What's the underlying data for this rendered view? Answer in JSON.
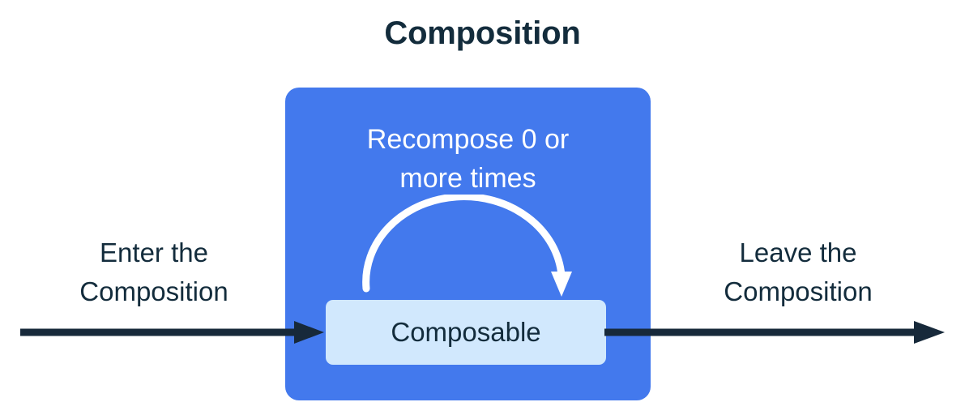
{
  "title": "Composition",
  "colors": {
    "panel_blue": "#4379ED",
    "composable_blue": "#D1E8FD",
    "text_navy": "#132C3C",
    "arrow_navy": "#17293A",
    "recompose_arrow_white": "#FFFFFF",
    "background": "#FFFFFF"
  },
  "panel": {
    "name": "Composition",
    "recompose_label_line1": "Recompose 0 or",
    "recompose_label_line2": "more times",
    "recompose_arrow_name": "curved-loop-arrow-icon",
    "composable": {
      "label": "Composable"
    }
  },
  "enter": {
    "line1": "Enter the",
    "line2": "Composition",
    "arrow_name": "arrow-right-icon"
  },
  "leave": {
    "line1": "Leave the",
    "line2": "Composition",
    "arrow_name": "arrow-right-icon"
  }
}
